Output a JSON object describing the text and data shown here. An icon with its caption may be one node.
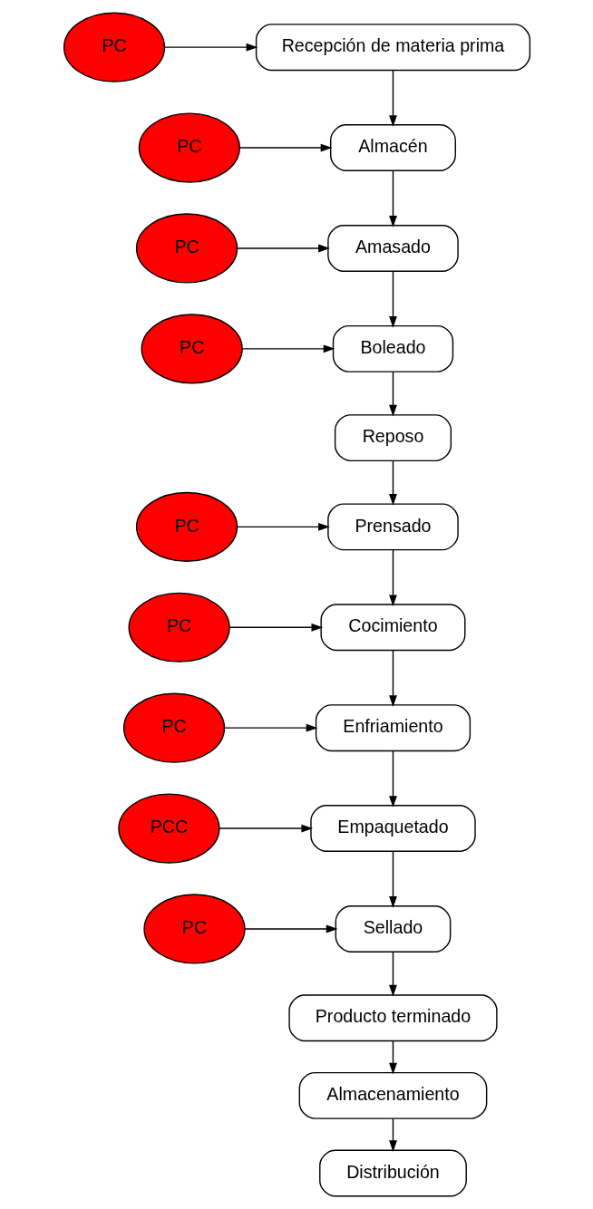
{
  "diagram": {
    "nodes": [
      {
        "text": [
          "Recepción de materia prima"
        ]
      },
      {
        "text": [
          "PC"
        ]
      },
      {
        "text": [
          "Almacén"
        ]
      },
      {
        "text": [
          "PC"
        ]
      },
      {
        "text": [
          "Amasado"
        ]
      },
      {
        "text": [
          "PC"
        ]
      },
      {
        "text": [
          "Boleado"
        ]
      },
      {
        "text": [
          "PC"
        ]
      },
      {
        "text": [
          "Reposo"
        ]
      },
      {
        "text": [
          "Prensado"
        ]
      },
      {
        "text": [
          "PC"
        ]
      },
      {
        "text": [
          "Cocimiento"
        ]
      },
      {
        "text": [
          "PC"
        ]
      },
      {
        "text": [
          "Enfriamiento"
        ]
      },
      {
        "text": [
          "PC"
        ]
      },
      {
        "text": [
          "Empaquetado"
        ]
      },
      {
        "text": [
          "PCC"
        ]
      },
      {
        "text": [
          "Sellado"
        ]
      },
      {
        "text": [
          "PC"
        ]
      },
      {
        "text": [
          "Producto terminado"
        ]
      },
      {
        "text": [
          "Almacenamiento"
        ]
      },
      {
        "text": [
          "Distribución"
        ]
      }
    ],
    "edges": [
      {
        "from": 0,
        "to": 2,
        "arrow": "to"
      },
      {
        "from": 2,
        "to": 4,
        "arrow": "to"
      },
      {
        "from": 4,
        "to": 6,
        "arrow": "to"
      },
      {
        "from": 6,
        "to": 8,
        "arrow": "to"
      },
      {
        "from": 8,
        "to": 9,
        "arrow": "to"
      },
      {
        "from": 9,
        "to": 11,
        "arrow": "to"
      },
      {
        "from": 11,
        "to": 13,
        "arrow": "to"
      },
      {
        "from": 13,
        "to": 15,
        "arrow": "to"
      },
      {
        "from": 15,
        "to": 17,
        "arrow": "to"
      },
      {
        "from": 17,
        "to": 19,
        "arrow": "to"
      },
      {
        "from": 19,
        "to": 20,
        "arrow": "to"
      },
      {
        "from": 20,
        "to": 21,
        "arrow": "to"
      },
      {
        "from": 1,
        "to": 0,
        "arrow": "to"
      },
      {
        "from": 3,
        "to": 2,
        "arrow": "to"
      },
      {
        "from": 5,
        "to": 4,
        "arrow": "to"
      },
      {
        "from": 7,
        "to": 6,
        "arrow": "to"
      },
      {
        "from": 10,
        "to": 9,
        "arrow": "to"
      },
      {
        "from": 12,
        "to": 11,
        "arrow": "to"
      },
      {
        "from": 14,
        "to": 13,
        "arrow": "to"
      },
      {
        "from": 16,
        "to": 15,
        "arrow": "to"
      },
      {
        "from": 18,
        "to": 17,
        "arrow": "to"
      }
    ]
  }
}
